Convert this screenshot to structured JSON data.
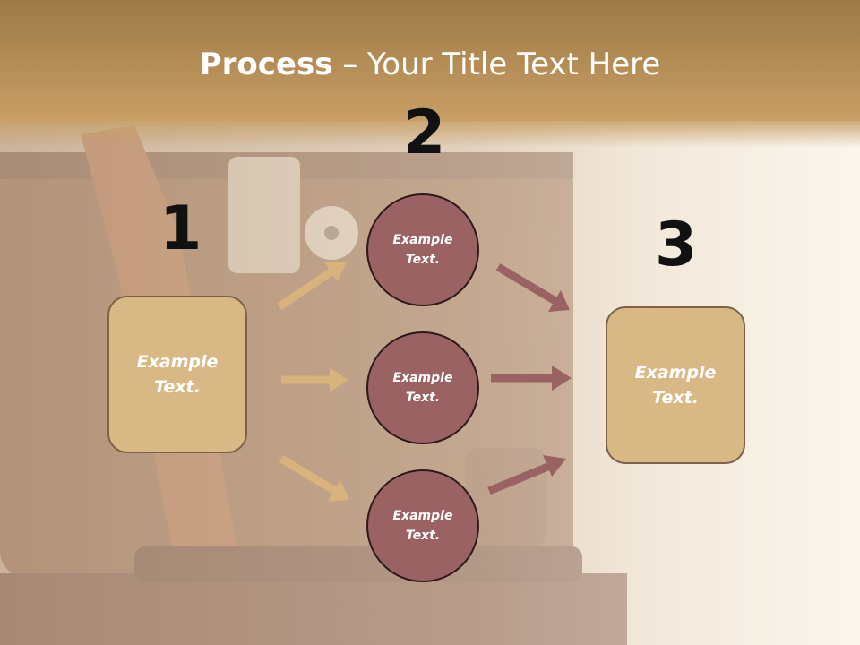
{
  "title": {
    "bold": "Process",
    "rest": " – Your Title Text Here"
  },
  "steps": [
    {
      "number": "1",
      "text": "Example\nText."
    },
    {
      "number": "2",
      "items": [
        "Example\nText.",
        "Example\nText.",
        "Example\nText."
      ]
    },
    {
      "number": "3",
      "text": "Example\nText."
    }
  ],
  "colors": {
    "box_fill": "#d8b885",
    "box_border": "#7a6346",
    "circle_fill": "#9a6262",
    "arrow_tan": "#d8b37c",
    "arrow_maroon": "#9a6262",
    "title_band": "#b58d56"
  }
}
